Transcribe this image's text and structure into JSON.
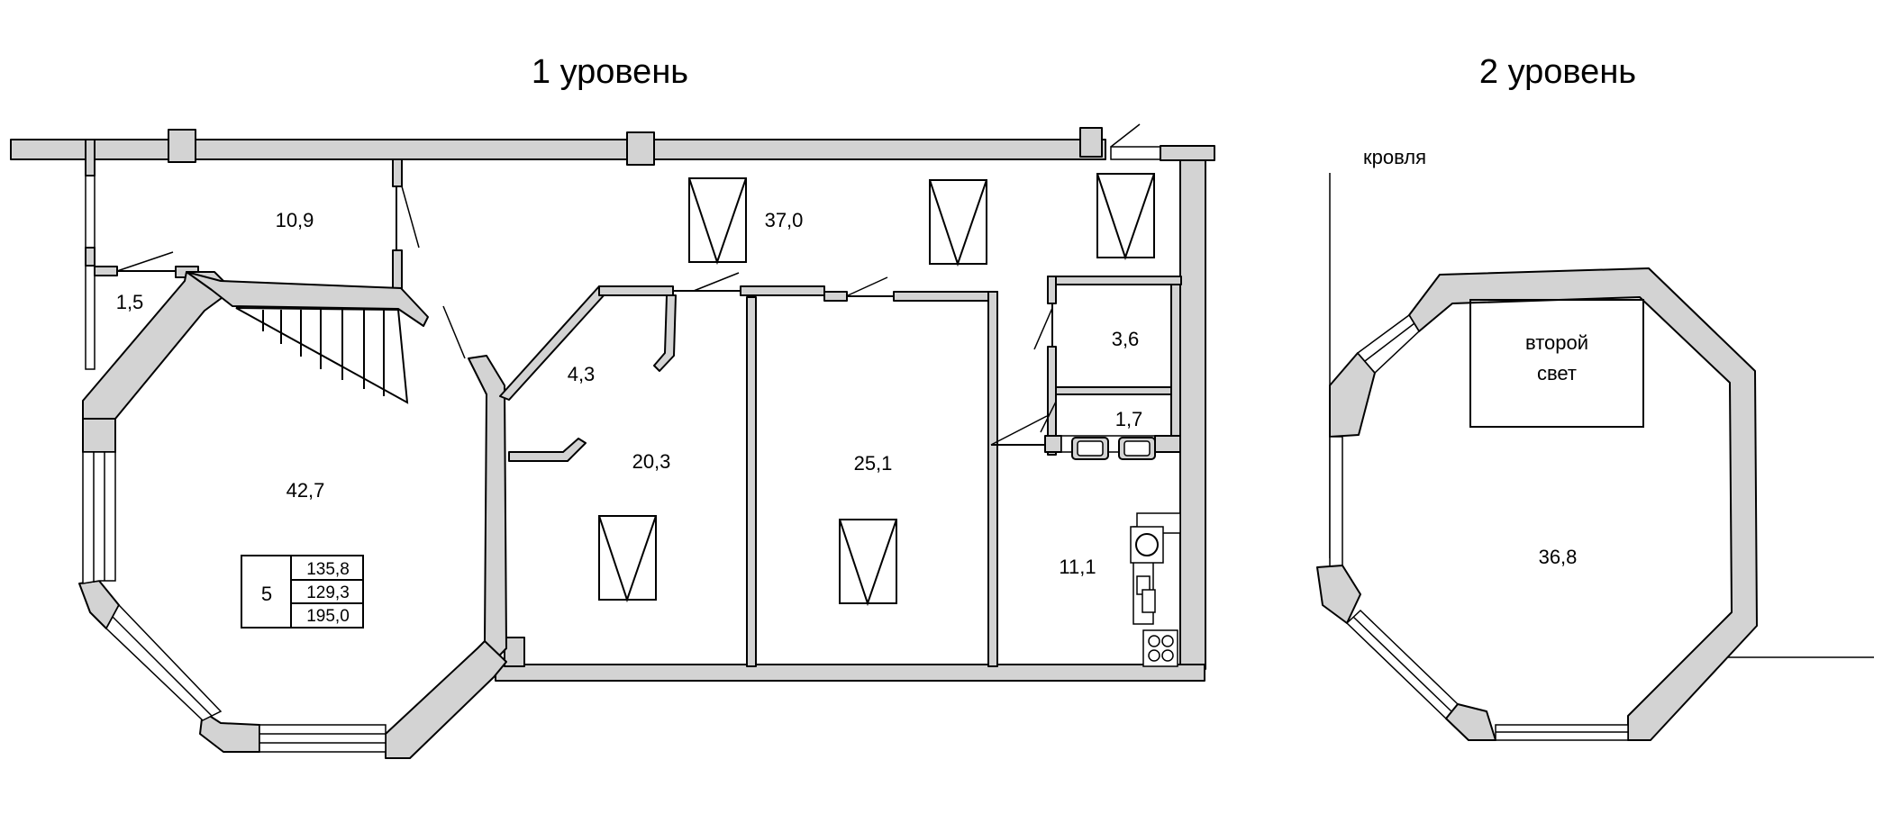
{
  "level1": {
    "title": "1 уровень",
    "rooms": {
      "r10_9": "10,9",
      "r1_5": "1,5",
      "r42_7": "42,7",
      "r37_0": "37,0",
      "r4_3": "4,3",
      "r20_3": "20,3",
      "r25_1": "25,1",
      "r3_6": "3,6",
      "r1_7": "1,7",
      "r11_1": "11,1"
    },
    "summary_table": {
      "number": "5",
      "values": [
        "135,8",
        "129,3",
        "195,0"
      ]
    }
  },
  "level2": {
    "title": "2 уровень",
    "roof_label": "кровля",
    "second_light_line1": "второй",
    "second_light_line2": "свет",
    "room_area": "36,8"
  }
}
